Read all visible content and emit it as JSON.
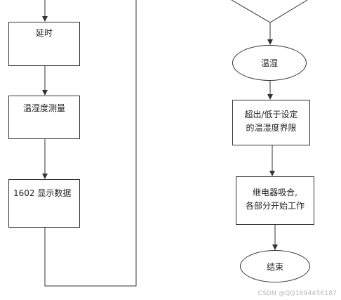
{
  "left_flow": {
    "delay": "延时",
    "measure": "温湿度测量",
    "display": "1602 显示数据"
  },
  "right_flow": {
    "node": "温湿",
    "threshold_line1": "超出/低于设定",
    "threshold_line2": "的温湿度界限",
    "relay_line1": "继电器吸合,",
    "relay_line2": "各部分开始工作",
    "end": "结束"
  },
  "watermark": "CSDN @QQ1694456187"
}
